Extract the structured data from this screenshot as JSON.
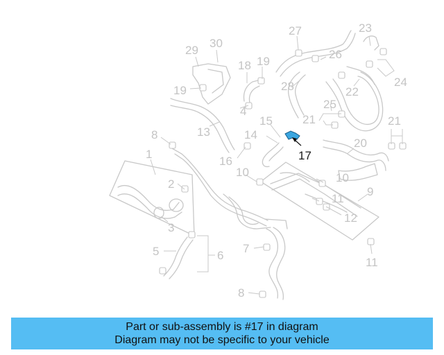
{
  "diagram": {
    "callouts": [
      "1",
      "2",
      "3",
      "4",
      "5",
      "6",
      "7",
      "8",
      "8",
      "9",
      "10",
      "10",
      "11",
      "11",
      "12",
      "13",
      "14",
      "15",
      "16",
      "17",
      "18",
      "19",
      "19",
      "20",
      "21",
      "21",
      "22",
      "23",
      "24",
      "25",
      "26",
      "27",
      "28",
      "29",
      "30"
    ],
    "highlighted_part": "17",
    "highlight_color": "#3aa6e0"
  },
  "banner": {
    "line1": "Part or sub-assembly is #17 in diagram",
    "line2": "Diagram may not be specific to your vehicle",
    "background": "#55bdf3"
  }
}
